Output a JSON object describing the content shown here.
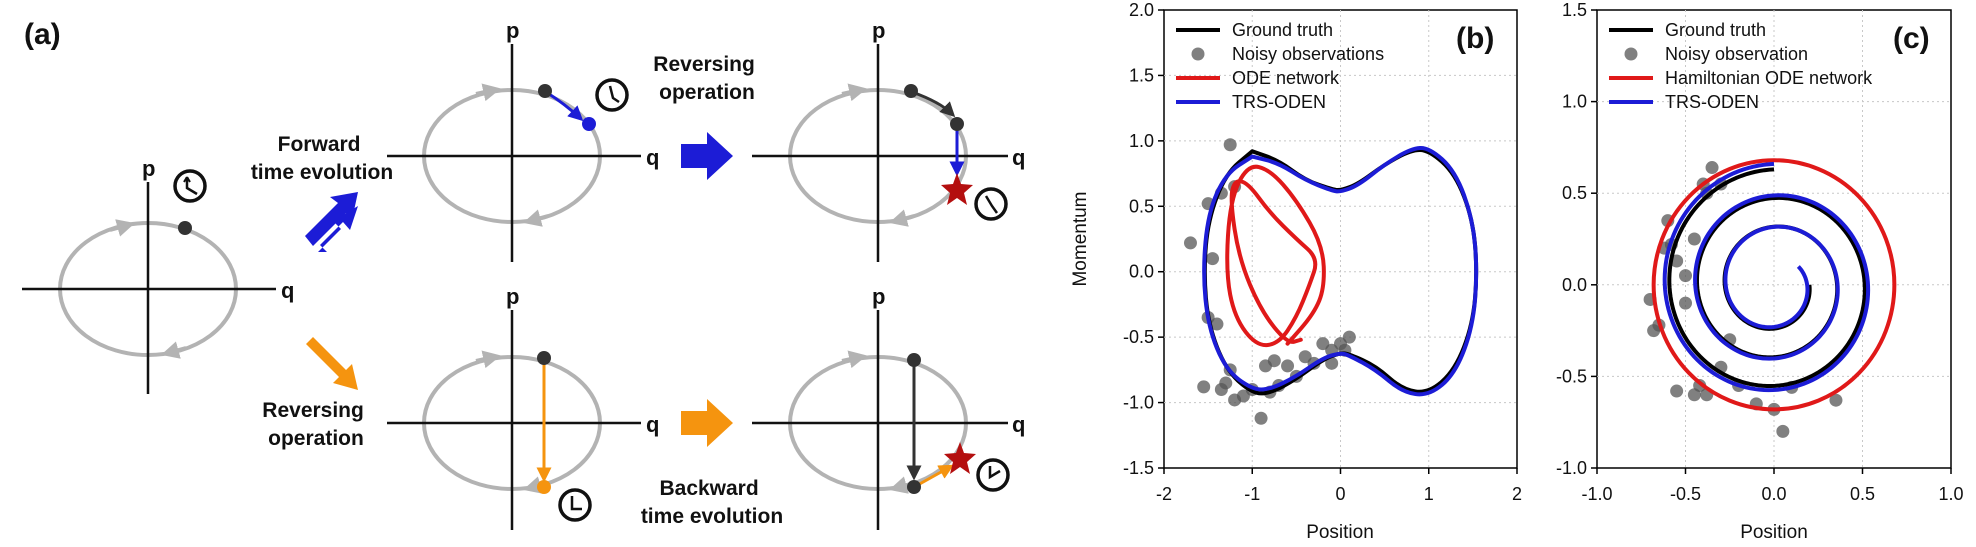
{
  "panel_a": {
    "label": "(a)",
    "axis_p": "p",
    "axis_q": "q",
    "forward_caption": [
      "Forward",
      "time evolution"
    ],
    "reversing_caption_top": [
      "Reversing",
      "operation"
    ],
    "reversing_caption_left": [
      "Reversing",
      "operation"
    ],
    "backward_caption": [
      "Backward",
      "time evolution"
    ],
    "colors": {
      "orbit": "#b3b3b3",
      "state_dot": "#333333",
      "forward": "#1c1cd6",
      "reverse": "#f5940f",
      "star": "#b40f0f"
    },
    "icons": [
      "clock-icon",
      "arrow-icon",
      "star-icon"
    ]
  },
  "chart_data": [
    {
      "label": "(b)",
      "type": "line",
      "xlabel": "Position",
      "ylabel": "Momentum",
      "xlim": [
        -2,
        2
      ],
      "ylim": [
        -1.5,
        2.0
      ],
      "xticks": [
        "-2",
        "-1",
        "0",
        "1",
        "2"
      ],
      "yticks": [
        "-1.5",
        "-1.0",
        "-0.5",
        "0.0",
        "0.5",
        "1.0",
        "1.5",
        "2.0"
      ],
      "grid": true,
      "legend_position": "top-left",
      "legend": [
        "Ground truth",
        "Noisy observations",
        "ODE network",
        "TRS-ODEN"
      ],
      "series": [
        {
          "name": "Ground truth",
          "color": "#000000",
          "kind": "line",
          "x": [
            -1.0,
            -0.7,
            -0.4,
            -0.1,
            0.0,
            0.2,
            0.5,
            0.8,
            1.0,
            1.3,
            1.5,
            1.55,
            1.5,
            1.3,
            1.0,
            0.7,
            0.4,
            0.1,
            0.0,
            -0.2,
            -0.5,
            -0.8,
            -1.0,
            -1.3,
            -1.5,
            -1.55,
            -1.5,
            -1.3,
            -1.0
          ],
          "y": [
            0.92,
            0.85,
            0.7,
            0.63,
            0.62,
            0.67,
            0.82,
            0.93,
            0.93,
            0.75,
            0.4,
            0.0,
            -0.4,
            -0.75,
            -0.93,
            -0.9,
            -0.72,
            -0.63,
            -0.62,
            -0.67,
            -0.82,
            -0.93,
            -0.93,
            -0.75,
            -0.4,
            0.0,
            0.4,
            0.75,
            0.92
          ]
        },
        {
          "name": "TRS-ODEN",
          "color": "#1c1cd6",
          "kind": "line",
          "x": [
            -1.0,
            -0.7,
            -0.4,
            -0.1,
            0.0,
            0.2,
            0.5,
            0.8,
            1.0,
            1.3,
            1.5,
            1.55,
            1.5,
            1.3,
            1.0,
            0.7,
            0.4,
            0.1,
            0.0,
            -0.2,
            -0.5,
            -0.8,
            -1.0,
            -1.3,
            -1.5,
            -1.56,
            -1.5,
            -1.3,
            -1.0
          ],
          "y": [
            0.88,
            0.83,
            0.7,
            0.62,
            0.61,
            0.66,
            0.82,
            0.94,
            0.95,
            0.77,
            0.4,
            0.0,
            -0.42,
            -0.78,
            -0.95,
            -0.92,
            -0.75,
            -0.64,
            -0.62,
            -0.66,
            -0.8,
            -0.9,
            -0.9,
            -0.75,
            -0.42,
            0.0,
            0.45,
            0.75,
            0.88
          ]
        },
        {
          "name": "ODE network",
          "color": "#e01919",
          "kind": "line",
          "x": [
            -0.6,
            -0.3,
            -0.18,
            -0.2,
            -0.5,
            -0.8,
            -1.05,
            -1.25,
            -1.3,
            -1.2,
            -0.95,
            -0.7,
            -0.5,
            -0.35,
            -0.25,
            -0.5,
            -0.8,
            -1.05,
            -1.2,
            -1.25,
            -1.15,
            -0.9,
            -0.6,
            -0.45
          ],
          "y": [
            -0.55,
            -0.32,
            -0.12,
            0.2,
            0.55,
            0.78,
            0.82,
            0.55,
            0.0,
            -0.35,
            -0.57,
            -0.55,
            -0.35,
            -0.1,
            0.1,
            0.25,
            0.45,
            0.68,
            0.7,
            0.55,
            0.1,
            -0.3,
            -0.55,
            -0.52
          ]
        },
        {
          "name": "Noisy observations",
          "color": "#555555",
          "kind": "scatter",
          "x": [
            -1.7,
            -1.5,
            -1.45,
            -1.35,
            -1.25,
            -1.2,
            -1.4,
            -1.5,
            -1.35,
            -1.2,
            -1.1,
            -1.0,
            -0.9,
            -0.8,
            -0.7,
            -0.6,
            -0.5,
            -0.4,
            -0.2,
            -0.1,
            0.0,
            0.05,
            0.1,
            -0.1,
            -0.3,
            -1.55,
            -1.3,
            -1.25,
            -0.85,
            -0.75
          ],
          "y": [
            0.22,
            0.52,
            0.1,
            0.6,
            0.97,
            0.65,
            -0.4,
            -0.35,
            -0.9,
            -0.98,
            -0.95,
            -0.9,
            -1.12,
            -0.92,
            -0.87,
            -0.72,
            -0.8,
            -0.65,
            -0.55,
            -0.6,
            -0.55,
            -0.6,
            -0.5,
            -0.7,
            -0.7,
            -0.88,
            -0.85,
            -0.75,
            -0.72,
            -0.68
          ]
        }
      ]
    },
    {
      "label": "(c)",
      "type": "line",
      "xlabel": "Position",
      "ylabel": "",
      "xlim": [
        -1.0,
        1.0
      ],
      "ylim": [
        -1.0,
        1.5
      ],
      "xticks": [
        "-1.0",
        "-0.5",
        "0.0",
        "0.5",
        "1.0"
      ],
      "yticks": [
        "-1.0",
        "-0.5",
        "0.0",
        "0.5",
        "1.0",
        "1.5"
      ],
      "grid": true,
      "legend_position": "top-left",
      "legend": [
        "Ground truth",
        "Noisy observation",
        "Hamiltonian ODE network",
        "TRS-ODEN"
      ],
      "series": [
        {
          "name": "Ground truth",
          "color": "#000000",
          "kind": "spiral",
          "r0": 0.63,
          "r1": 0.2,
          "turns": 2.75
        },
        {
          "name": "TRS-ODEN",
          "color": "#1c1cd6",
          "kind": "spiral",
          "r0": 0.66,
          "r1": 0.17,
          "turns": 2.85
        },
        {
          "name": "Hamiltonian ODE network",
          "color": "#e01919",
          "kind": "circle",
          "r": 0.68
        },
        {
          "name": "Noisy observation",
          "color": "#555555",
          "kind": "scatter",
          "x": [
            -0.7,
            -0.68,
            -0.65,
            -0.6,
            -0.58,
            -0.55,
            -0.5,
            -0.45,
            -0.4,
            -0.35,
            -0.3,
            -0.42,
            -0.38,
            -0.3,
            -0.25,
            -0.2,
            -0.1,
            0.0,
            0.05,
            0.1,
            0.35,
            -0.5,
            -0.62,
            -0.55,
            -0.45,
            -0.38
          ],
          "y": [
            -0.08,
            -0.25,
            -0.22,
            0.35,
            0.22,
            0.13,
            -0.1,
            0.25,
            0.55,
            0.64,
            0.55,
            -0.55,
            -0.6,
            -0.45,
            -0.3,
            -0.55,
            -0.65,
            -0.68,
            -0.8,
            -0.56,
            -0.63,
            0.05,
            0.2,
            -0.58,
            -0.6,
            0.5
          ]
        }
      ]
    }
  ]
}
